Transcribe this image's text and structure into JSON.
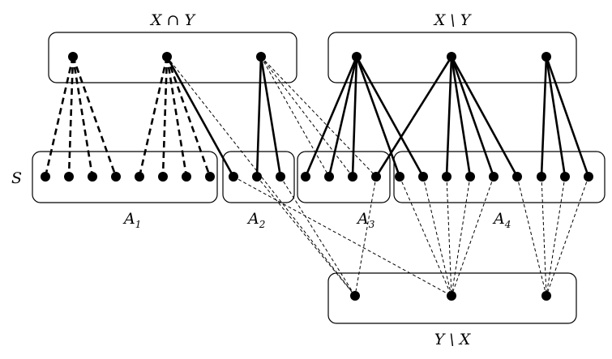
{
  "labels": {
    "x_and_y": "X ∩ Y",
    "x_minus_y": "X \\ Y",
    "y_minus_x": "Y \\ X",
    "s": "S",
    "a": "A",
    "a1_sub": "1",
    "a2_sub": "2",
    "a3_sub": "3",
    "a4_sub": "4"
  }
}
